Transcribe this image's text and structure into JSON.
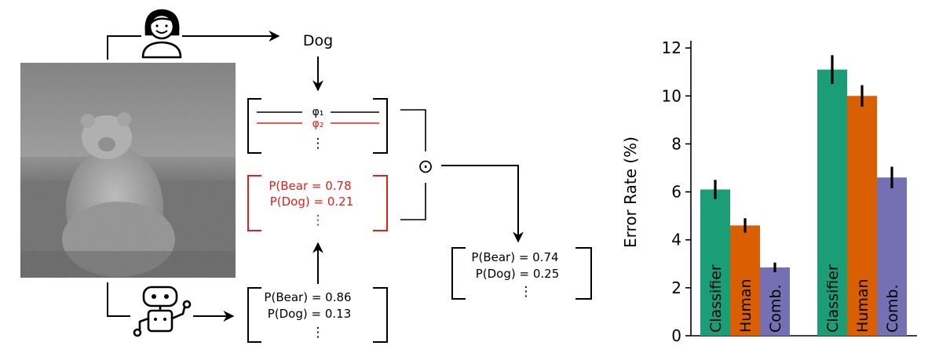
{
  "diagram": {
    "human_label": "Dog",
    "phi": [
      "φ₁",
      "φ₂"
    ],
    "human_calibrated": [
      "P(Bear = 0.78",
      "P(Dog) = 0.21"
    ],
    "classifier_probs": [
      "P(Bear) = 0.86",
      "P(Dog) = 0.13"
    ],
    "combined_probs": [
      "P(Bear) = 0.74",
      "P(Dog) = 0.25"
    ],
    "combine_operator": "⊙",
    "ellipsis": "⋮",
    "colors": {
      "highlight": "#e0201c",
      "ink": "#000000"
    }
  },
  "chart_data": {
    "type": "bar",
    "ylabel": "Error Rate (%)",
    "ylim": [
      0,
      12.3
    ],
    "yticks": [
      0,
      2,
      4,
      6,
      8,
      10,
      12
    ],
    "groups": [
      {
        "bars": [
          {
            "label": "Classifier",
            "value": 6.1,
            "err": 0.4,
            "color": "#1b9e77"
          },
          {
            "label": "Human",
            "value": 4.6,
            "err": 0.3,
            "color": "#d95f02"
          },
          {
            "label": "Comb.",
            "value": 2.85,
            "err": 0.2,
            "color": "#7570b3"
          }
        ]
      },
      {
        "bars": [
          {
            "label": "Classifier",
            "value": 11.1,
            "err": 0.6,
            "color": "#1b9e77"
          },
          {
            "label": "Human",
            "value": 10.0,
            "err": 0.45,
            "color": "#d95f02"
          },
          {
            "label": "Comb.",
            "value": 6.6,
            "err": 0.45,
            "color": "#7570b3"
          }
        ]
      }
    ]
  }
}
